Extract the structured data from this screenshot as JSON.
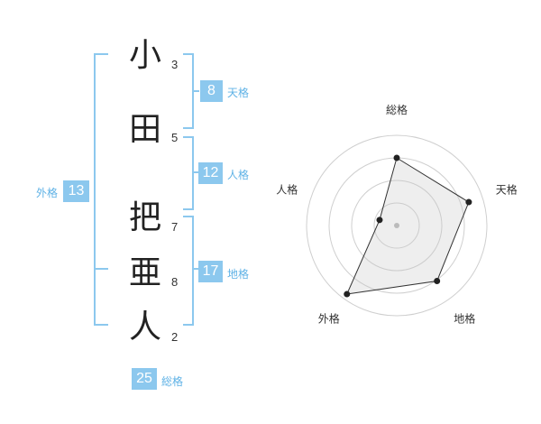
{
  "name": {
    "surname": [
      {
        "char": "小",
        "strokes": "3"
      },
      {
        "char": "田",
        "strokes": "5"
      }
    ],
    "given": [
      {
        "char": "把",
        "strokes": "7"
      },
      {
        "char": "亜",
        "strokes": "8"
      },
      {
        "char": "人",
        "strokes": "2"
      }
    ]
  },
  "scores": {
    "tenkaku": {
      "value": "8",
      "label": "天格"
    },
    "jinkaku": {
      "value": "12",
      "label": "人格"
    },
    "chikaku": {
      "value": "17",
      "label": "地格"
    },
    "gaikaku": {
      "value": "13",
      "label": "外格"
    },
    "soukaku": {
      "value": "25",
      "label": "総格"
    }
  },
  "colors": {
    "accent": "#8cc8ee",
    "label_text": "#5fb2e6"
  },
  "chart_data": {
    "type": "radar",
    "axes": [
      "総格",
      "天格",
      "地格",
      "外格",
      "人格"
    ],
    "values": [
      0.75,
      0.84,
      0.76,
      0.94,
      0.2
    ],
    "range": [
      0,
      1
    ],
    "rings": 4
  }
}
